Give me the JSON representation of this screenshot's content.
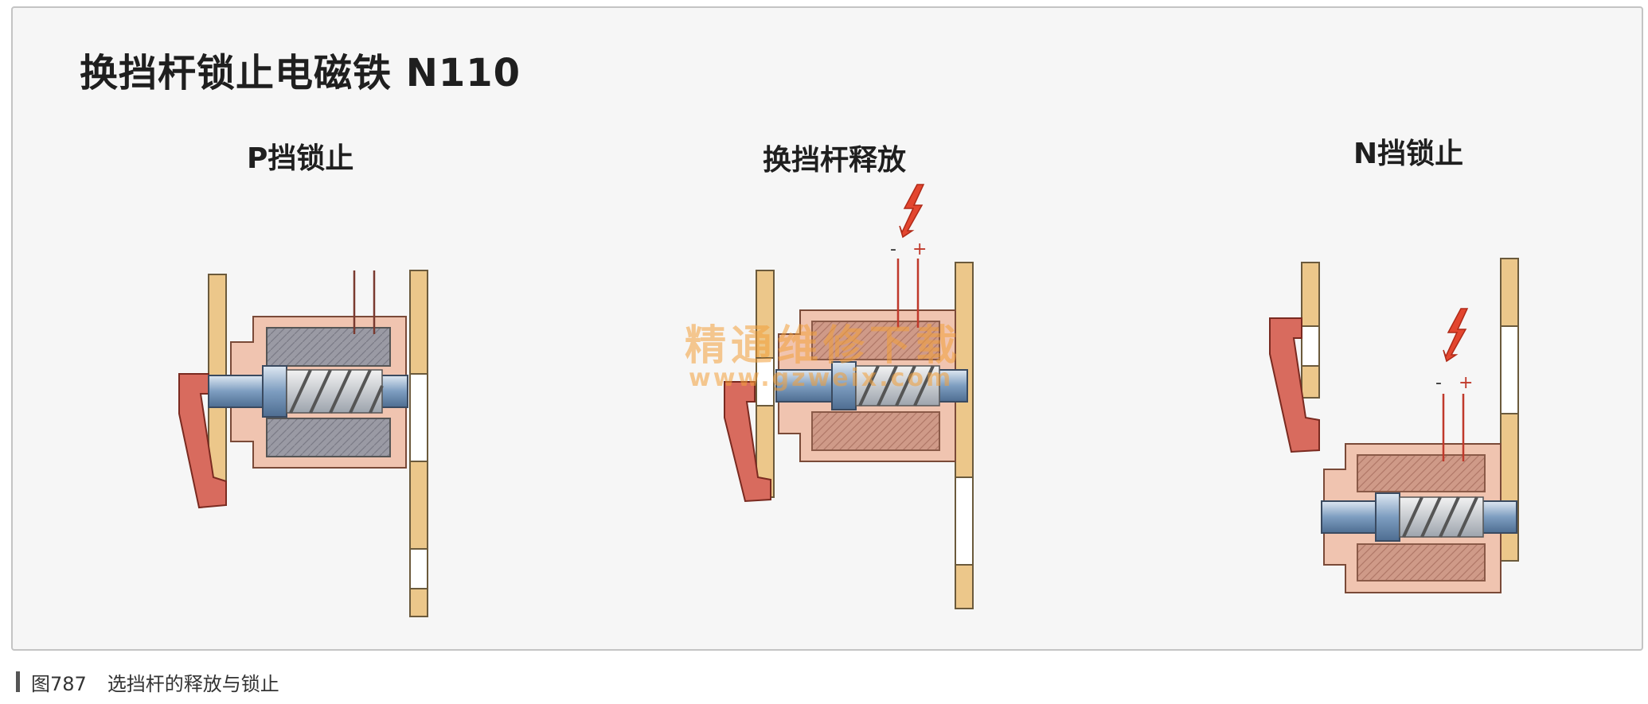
{
  "title": "换挡杆锁止电磁铁 N110",
  "panels": [
    {
      "label": "P挡锁止"
    },
    {
      "label": "换挡杆释放",
      "polarity_minus": "-",
      "polarity_plus": "+"
    },
    {
      "label": "N挡锁止",
      "polarity_minus": "-",
      "polarity_plus": "+"
    }
  ],
  "watermark": {
    "text": "精通维修下载",
    "url": "www.gzweix.com"
  },
  "caption": {
    "figure": "图787",
    "text": "选挡杆的释放与锁止"
  },
  "colors": {
    "housing": "#f0c4b0",
    "coil": "#d89a84",
    "plunger": "#8aa6c4",
    "gate": "#ecc78a",
    "lever": "#d86b5e",
    "wire": "#c0392b",
    "spark": "#e3462f"
  }
}
